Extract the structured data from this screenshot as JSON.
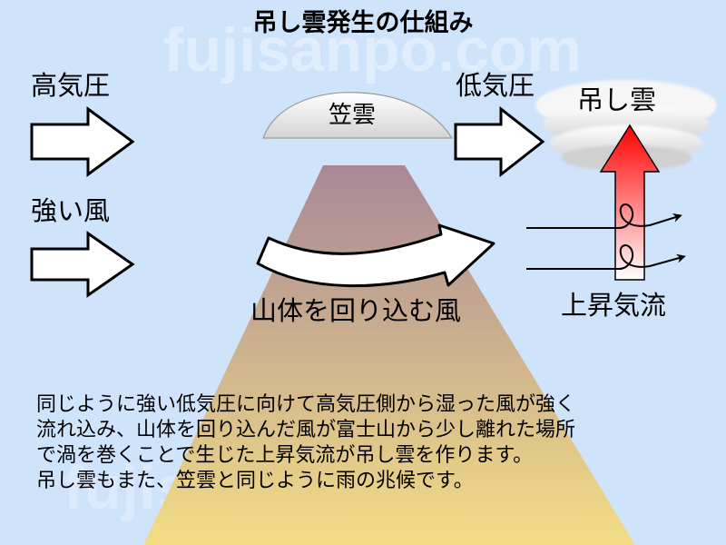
{
  "title": "吊し雲発生の仕組み",
  "watermark": "fujisanpo.com",
  "labels": {
    "high_pressure": "高気圧",
    "low_pressure": "低気圧",
    "strong_wind": "強い風",
    "kasa_cloud": "笠雲",
    "tsurushi_cloud": "吊し雲",
    "wrapping_wind": "山体を回り込む風",
    "updraft": "上昇気流"
  },
  "description": [
    "同じように強い低気圧に向けて高気圧側から湿った風が強く",
    "流れ込み、山体を回り込んだ風が富士山から少し離れた場所",
    "で渦を巻くことで生じた上昇気流が吊し雲を作ります。",
    "吊し雲もまた、笠雲と同じように雨の兆候です。"
  ],
  "colors": {
    "background": "#cfe3fb",
    "mountain_top": "#a98896",
    "mountain_bottom": "#f3dd85",
    "cloud": "#e8e8e8",
    "updraft_red": "#ff0000",
    "arrow_fill": "#ffffff",
    "arrow_stroke": "#000000"
  }
}
